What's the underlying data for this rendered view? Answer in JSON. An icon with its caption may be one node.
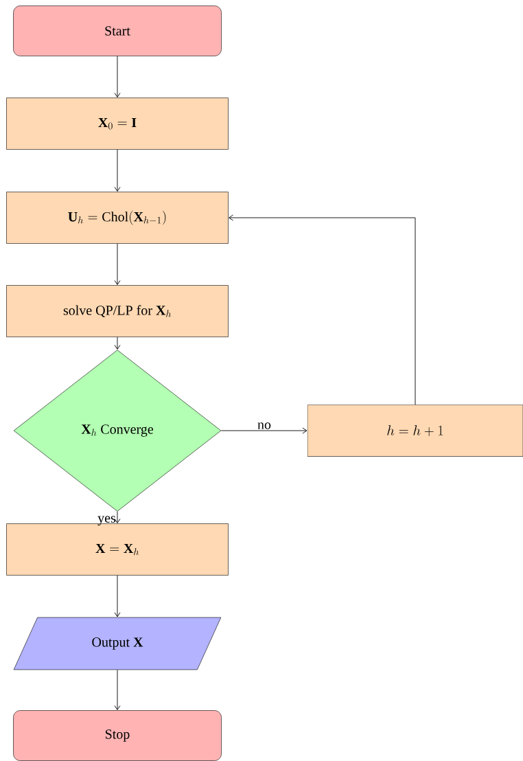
{
  "diagram": {
    "nodes": [
      {
        "text": [
          "Start"
        ]
      },
      {
        "text": [
          "\\mathbf{X}_0 = \\mathbf{I}"
        ]
      },
      {
        "text": [
          "\\mathbf{U}_h = \\mathrm{Chol}(\\mathbf{X}_{h-1})"
        ]
      },
      {
        "text": [
          "\\text{solve QP/LP for } \\mathbf{X}_h"
        ]
      },
      {
        "text": [
          "\\mathbf{X}_h \\text{ Converge}"
        ]
      },
      {
        "text": [
          "h = h + 1"
        ]
      },
      {
        "text": [
          "\\mathbf{X} = \\mathbf{X}_h"
        ]
      },
      {
        "text": [
          "Output **X**"
        ]
      },
      {
        "text": [
          "Stop"
        ]
      }
    ],
    "edges": [
      {
        "from": 0,
        "to": 1,
        "arrow": "to"
      },
      {
        "from": 1,
        "to": 2,
        "arrow": "to"
      },
      {
        "from": 2,
        "to": 3,
        "arrow": "to"
      },
      {
        "from": 3,
        "to": 4,
        "arrow": "to"
      },
      {
        "from": 4,
        "to": 5,
        "arrow": "to",
        "label": "no"
      },
      {
        "from": 5,
        "to": 2,
        "arrow": "to"
      },
      {
        "from": 4,
        "to": 6,
        "arrow": "to",
        "label": "yes"
      },
      {
        "from": 6,
        "to": 7,
        "arrow": "to"
      },
      {
        "from": 7,
        "to": 8,
        "arrow": "to"
      }
    ]
  }
}
